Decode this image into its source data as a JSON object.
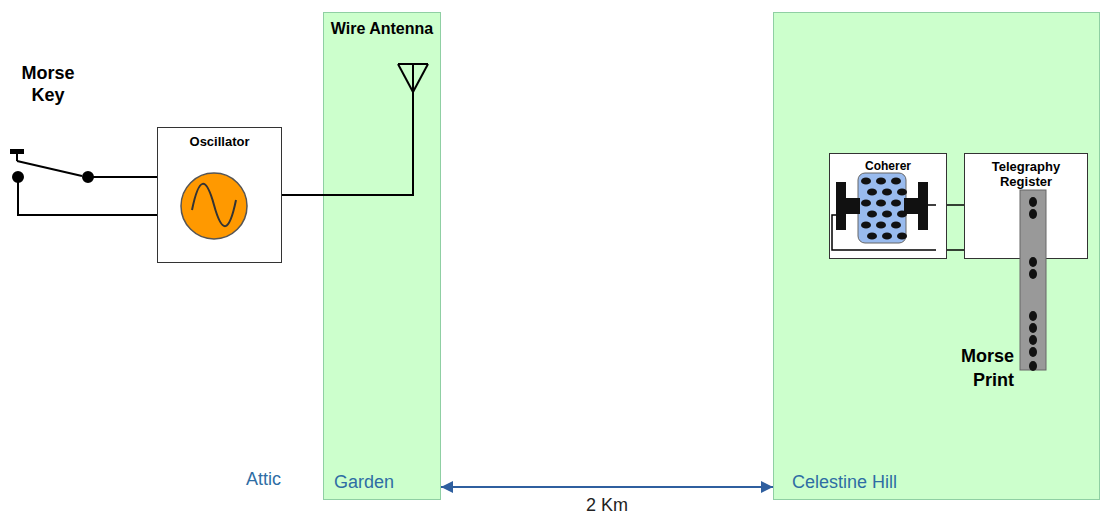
{
  "diagram": {
    "nodes": [
      {
        "text": [
          "Oscillator"
        ]
      },
      {
        "text": [
          "Wire Antenna",
          "Garden"
        ]
      },
      {
        "text": [
          "Celestine Hill"
        ]
      },
      {
        "text": [
          "Coherer"
        ],
        "in": 2
      },
      {
        "text": [
          "Telegraphy Register"
        ],
        "in": 2
      }
    ],
    "edges": [
      {
        "from": 0,
        "to": 1,
        "arrow": "none"
      },
      {
        "from": 1,
        "to": 2,
        "arrow": "both",
        "label": "2 Km"
      },
      {
        "from": 3,
        "to": 4,
        "arrow": "none"
      },
      {
        "from": 3,
        "to": 4,
        "arrow": "none"
      }
    ],
    "labels": [
      "Morse Key",
      "Attic",
      "Morse Print"
    ]
  }
}
